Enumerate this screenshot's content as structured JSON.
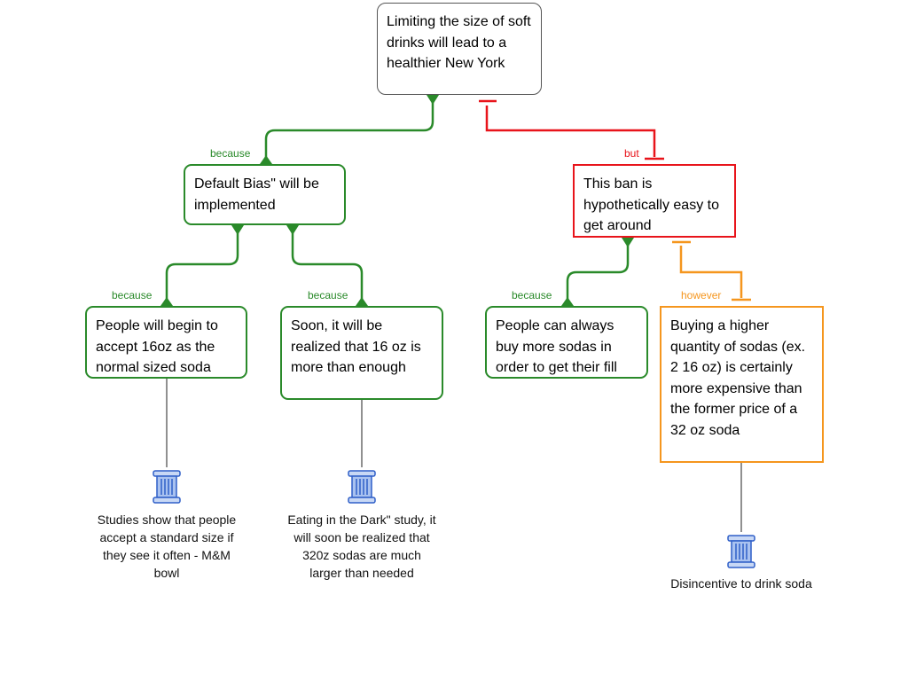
{
  "root": {
    "text": "Limiting the size of soft drinks will lead to a healthier New York"
  },
  "reasons": [
    {
      "label": "because",
      "text": "Default Bias\" will be implemented"
    },
    {
      "label": "because",
      "text": "People will begin to accept 16oz as the normal sized soda",
      "evidence": "Studies show that people accept a standard size if they see it often - M&M bowl"
    },
    {
      "label": "because",
      "text": "Soon, it will be realized that 16 oz is more than enough",
      "evidence": "Eating in the Dark\" study, it will soon be realized that 320z sodas are much larger than needed"
    }
  ],
  "objection": {
    "label": "but",
    "text": "This ban is hypothetically easy to get around",
    "reason": {
      "label": "because",
      "text": "People can always buy more sodas in order to get their fill"
    },
    "rebuttal": {
      "label": "however",
      "text": "Buying a higher quantity of sodas (ex. 2 16 oz) is certainly more expensive than the former price of a 32 oz soda",
      "evidence": "Disincentive to drink soda"
    }
  },
  "colors": {
    "support": "#2a8a2a",
    "objection": "#e8141b",
    "rebuttal": "#f5961e"
  },
  "icons": {
    "evidence": "column-icon"
  }
}
